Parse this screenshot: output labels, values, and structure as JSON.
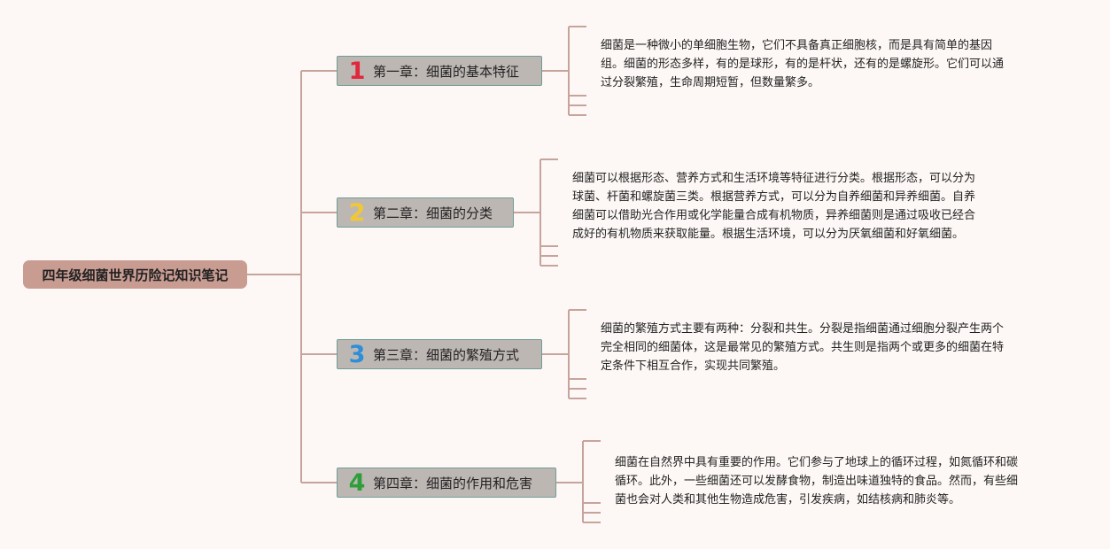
{
  "title": "四年级细菌世界历险记知识笔记",
  "chapters": [
    {
      "number": "1",
      "number_color": "#e2263b",
      "title": "第一章：细菌的基本特征",
      "note": "细菌是一种微小的单细胞生物，它们不具备真正细胞核，而是具有简单的基因\n组。细菌的形态多样，有的是球形，有的是杆状，还有的是螺旋形。它们可以通\n过分裂繁殖，生命周期短暂，但数量繁多。"
    },
    {
      "number": "2",
      "number_color": "#f2c832",
      "title": "第二章：细菌的分类",
      "note": "细菌可以根据形态、营养方式和生活环境等特征进行分类。根据形态，可以分为\n球菌、杆菌和螺旋菌三类。根据营养方式，可以分为自养细菌和异养细菌。自养\n细菌可以借助光合作用或化学能量合成有机物质，异养细菌则是通过吸收已经合\n成好的有机物质来获取能量。根据生活环境，可以分为厌氧细菌和好氧细菌。"
    },
    {
      "number": "3",
      "number_color": "#2e8fd6",
      "title": "第三章：细菌的繁殖方式",
      "note": "细菌的繁殖方式主要有两种：分裂和共生。分裂是指细菌通过细胞分裂产生两个\n完全相同的细菌体，这是最常见的繁殖方式。共生则是指两个或更多的细菌在特\n定条件下相互合作，实现共同繁殖。"
    },
    {
      "number": "4",
      "number_color": "#2e9e3a",
      "title": "第四章：细菌的作用和危害",
      "note": "细菌在自然界中具有重要的作用。它们参与了地球上的循环过程，如氮循环和碳\n循环。此外，一些细菌还可以发酵食物，制造出味道独特的食品。然而，有些细\n菌也会对人类和其他生物造成危害，引发疾病，如结核病和肺炎等。"
    }
  ]
}
